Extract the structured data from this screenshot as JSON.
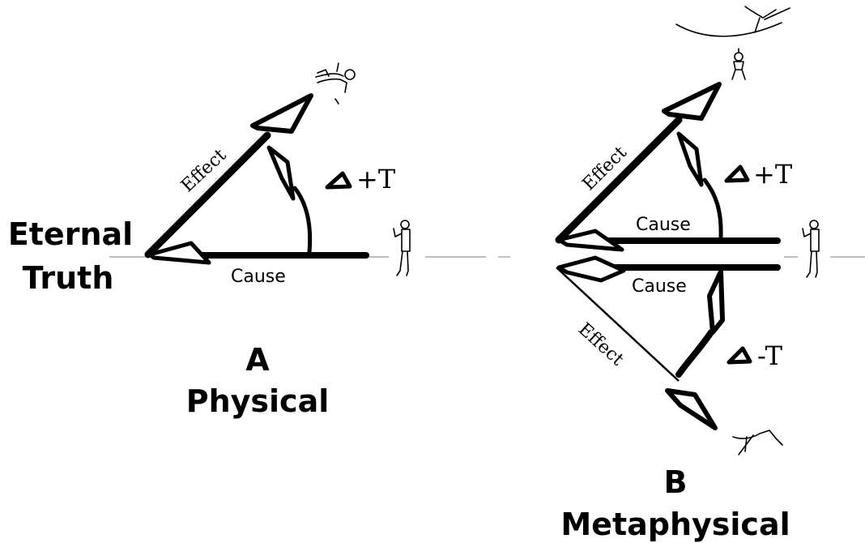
{
  "side_label": {
    "line1": "Eternal",
    "line2": "Truth"
  },
  "diagram_a": {
    "letter": "A",
    "name": "Physical",
    "effect_label": "Effect",
    "cause_label": "Cause",
    "delta_label": "+T"
  },
  "diagram_b": {
    "letter": "B",
    "name": "Metaphysical",
    "effect_upper_label": "Effect",
    "effect_lower_label": "Effect",
    "cause_upper_label": "Cause",
    "cause_lower_label": "Cause",
    "delta_plus_label": "+T",
    "delta_minus_label": "-T"
  },
  "icons": [
    "delta-icon",
    "person-figure-icon",
    "bird-figure-icon",
    "falling-figure-icon"
  ]
}
